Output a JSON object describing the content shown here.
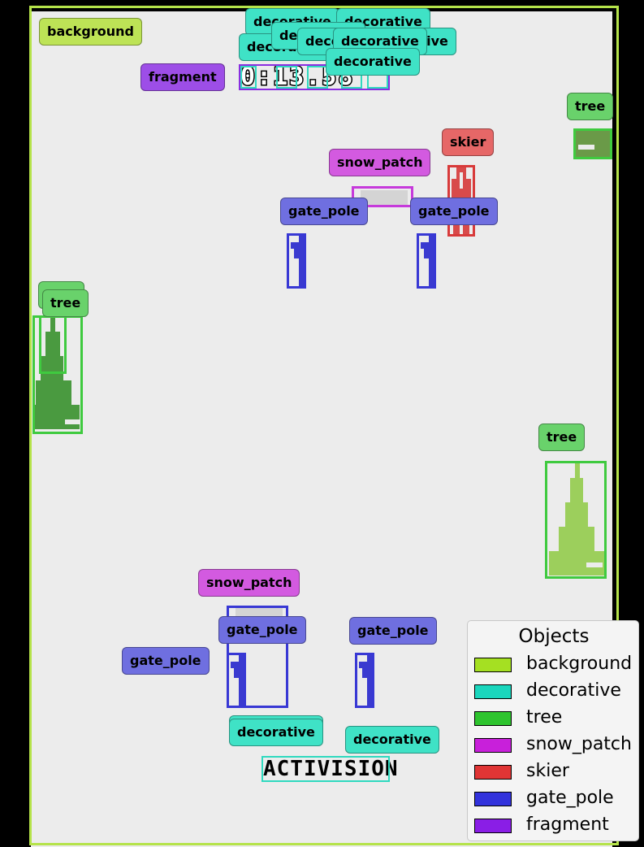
{
  "hud": {
    "score_text": "0:13.58",
    "brand_text": "ACTIVISION"
  },
  "labels": {
    "background": "background",
    "decorative": "decorative",
    "tree": "tree",
    "snow_patch": "snow_patch",
    "skier": "skier",
    "gate_pole": "gate_pole",
    "fragment": "fragment"
  },
  "legend": {
    "title": "Objects",
    "items": [
      {
        "label": "background",
        "color": "#a5e022"
      },
      {
        "label": "decorative",
        "color": "#1ad6bd"
      },
      {
        "label": "tree",
        "color": "#2ec42e"
      },
      {
        "label": "snow_patch",
        "color": "#c820da"
      },
      {
        "label": "skier",
        "color": "#e03535"
      },
      {
        "label": "gate_pole",
        "color": "#3232dc"
      },
      {
        "label": "fragment",
        "color": "#8a1ee6"
      }
    ]
  },
  "colors": {
    "snow": "#ececec",
    "tree_dark": "#4a9a40",
    "tree_light": "#9ccf5c",
    "skier": "#d84a4a",
    "gate": "#3a3ad0",
    "snow_patch": "#d4d4d4"
  }
}
